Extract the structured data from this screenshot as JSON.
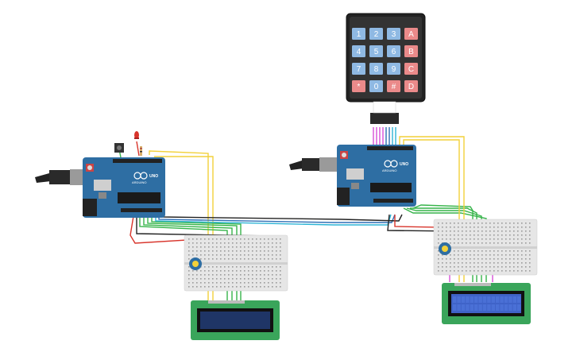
{
  "colors": {
    "background": "#ffffff",
    "arduino_board": "#2e6ea3",
    "arduino_dark": "#1f4f7a",
    "breadboard": "#e6e6e6",
    "lcd_pcb": "#3aa55b",
    "lcd_screen_off": "#1f3566",
    "lcd_screen_on": "#3f63c8",
    "keypad_frame": "#222222",
    "key_blue": "#8fb9e3",
    "key_red": "#ea8a8a",
    "wire_yellow": "#f2d13a",
    "wire_green": "#36b44a",
    "wire_blue": "#2f6fb5",
    "wire_red": "#d8342b",
    "wire_black": "#222222",
    "wire_pink": "#d94fd9",
    "wire_cyan": "#2db4d6"
  },
  "keypad": {
    "keys": [
      [
        "1",
        "2",
        "3",
        "A"
      ],
      [
        "4",
        "5",
        "6",
        "B"
      ],
      [
        "7",
        "8",
        "9",
        "C"
      ],
      [
        "*",
        "0",
        "#",
        "D"
      ]
    ]
  },
  "arduino_left": {
    "model_label": "UNO",
    "brand_label": "ARDUINO"
  },
  "arduino_right": {
    "model_label": "UNO",
    "brand_label": "ARDUINO"
  },
  "components": {
    "led": "led-icon",
    "pushbutton": "pushbutton-icon",
    "resistor": "resistor-icon",
    "potentiometer": "potentiometer-icon",
    "usb_cable": "usb-cable-icon"
  }
}
